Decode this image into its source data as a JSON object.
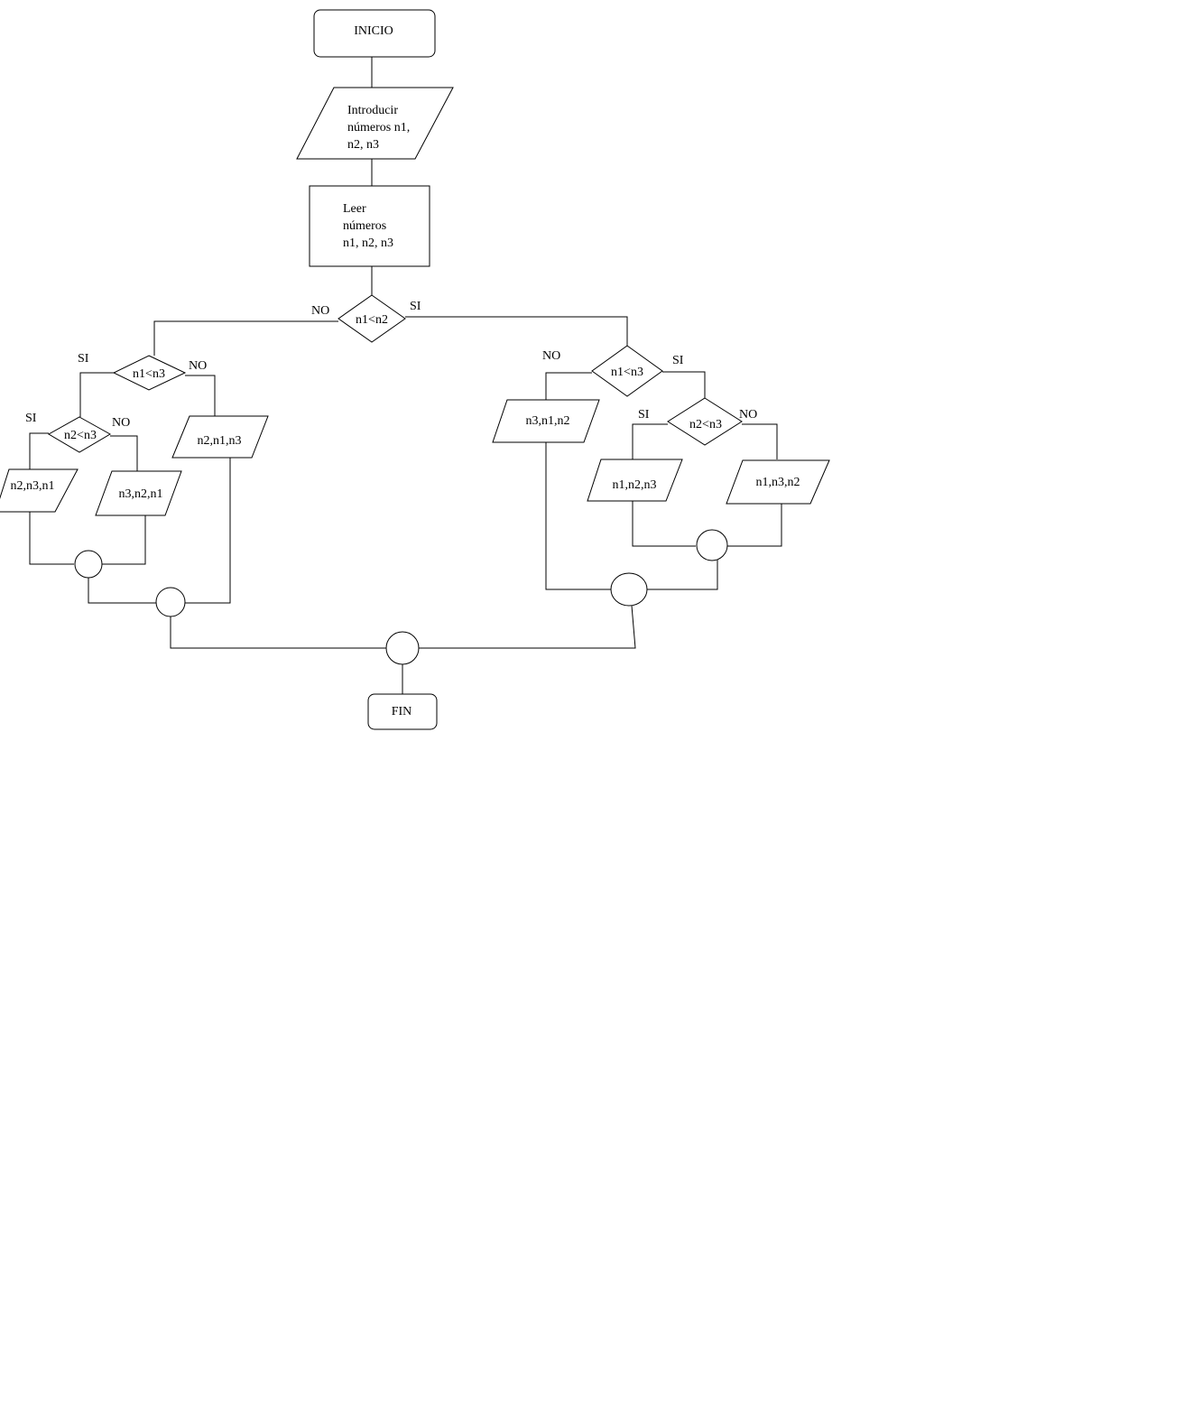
{
  "nodes": {
    "start": "INICIO",
    "input": [
      "Introducir",
      "números n1,",
      "n2, n3"
    ],
    "read": [
      "Leer",
      "números",
      "n1, n2, n3"
    ],
    "d_main": "n1<n2",
    "d_left_n1n3": "n1<n3",
    "d_left_n2n3": "n2<n3",
    "out_n2n3n1": "n2,n3,n1",
    "out_n3n2n1": "n3,n2,n1",
    "out_n2n1n3": "n2,n1,n3",
    "d_right_n1n3": "n1<n3",
    "out_n3n1n2": "n3,n1,n2",
    "d_right_n2n3": "n2<n3",
    "out_n1n2n3": "n1,n2,n3",
    "out_n1n3n2": "n1,n3,n2",
    "end": "FIN"
  },
  "branch_labels": {
    "main_no": "NO",
    "main_si": "SI",
    "left_n1n3_si": "SI",
    "left_n1n3_no": "NO",
    "left_n2n3_si": "SI",
    "left_n2n3_no": "NO",
    "right_n1n3_no": "NO",
    "right_n1n3_si": "SI",
    "right_n2n3_si": "SI",
    "right_n2n3_no": "NO"
  }
}
